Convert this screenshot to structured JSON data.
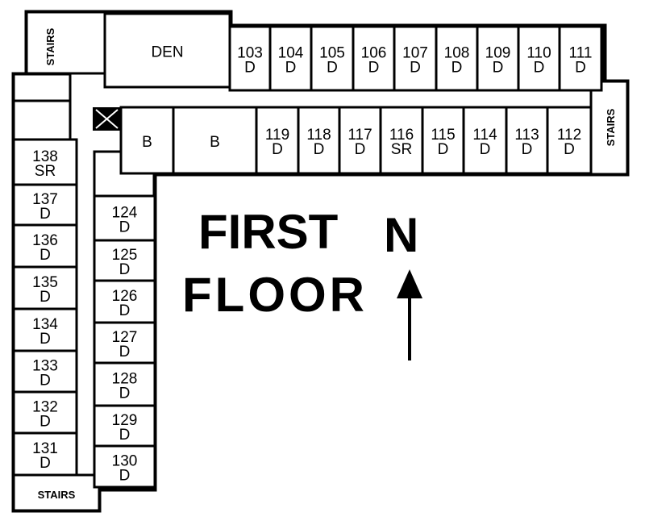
{
  "title": {
    "line1": "FIRST",
    "line2": "FLOOR"
  },
  "compass": {
    "label": "N",
    "icon": "north-arrow-icon"
  },
  "stairs_label": "STAIRS",
  "elevator_icon": "x-box-icon",
  "rooms": [
    {
      "id": "den",
      "number": "DEN",
      "type": ""
    },
    {
      "id": "103",
      "number": "103",
      "type": "D"
    },
    {
      "id": "104",
      "number": "104",
      "type": "D"
    },
    {
      "id": "105",
      "number": "105",
      "type": "D"
    },
    {
      "id": "106",
      "number": "106",
      "type": "D"
    },
    {
      "id": "107",
      "number": "107",
      "type": "D"
    },
    {
      "id": "108",
      "number": "108",
      "type": "D"
    },
    {
      "id": "109",
      "number": "109",
      "type": "D"
    },
    {
      "id": "110",
      "number": "110",
      "type": "D"
    },
    {
      "id": "111",
      "number": "111",
      "type": "D"
    },
    {
      "id": "b1",
      "number": "B",
      "type": ""
    },
    {
      "id": "b2",
      "number": "B",
      "type": ""
    },
    {
      "id": "119",
      "number": "119",
      "type": "D"
    },
    {
      "id": "118",
      "number": "118",
      "type": "D"
    },
    {
      "id": "117",
      "number": "117",
      "type": "D"
    },
    {
      "id": "116",
      "number": "116",
      "type": "SR"
    },
    {
      "id": "115",
      "number": "115",
      "type": "D"
    },
    {
      "id": "114",
      "number": "114",
      "type": "D"
    },
    {
      "id": "113",
      "number": "113",
      "type": "D"
    },
    {
      "id": "112",
      "number": "112",
      "type": "D"
    },
    {
      "id": "124",
      "number": "124",
      "type": "D"
    },
    {
      "id": "125",
      "number": "125",
      "type": "D"
    },
    {
      "id": "126",
      "number": "126",
      "type": "D"
    },
    {
      "id": "127",
      "number": "127",
      "type": "D"
    },
    {
      "id": "128",
      "number": "128",
      "type": "D"
    },
    {
      "id": "129",
      "number": "129",
      "type": "D"
    },
    {
      "id": "130",
      "number": "130",
      "type": "D"
    },
    {
      "id": "138",
      "number": "138",
      "type": "SR"
    },
    {
      "id": "137",
      "number": "137",
      "type": "D"
    },
    {
      "id": "136",
      "number": "136",
      "type": "D"
    },
    {
      "id": "135",
      "number": "135",
      "type": "D"
    },
    {
      "id": "134",
      "number": "134",
      "type": "D"
    },
    {
      "id": "133",
      "number": "133",
      "type": "D"
    },
    {
      "id": "132",
      "number": "132",
      "type": "D"
    },
    {
      "id": "131",
      "number": "131",
      "type": "D"
    }
  ]
}
